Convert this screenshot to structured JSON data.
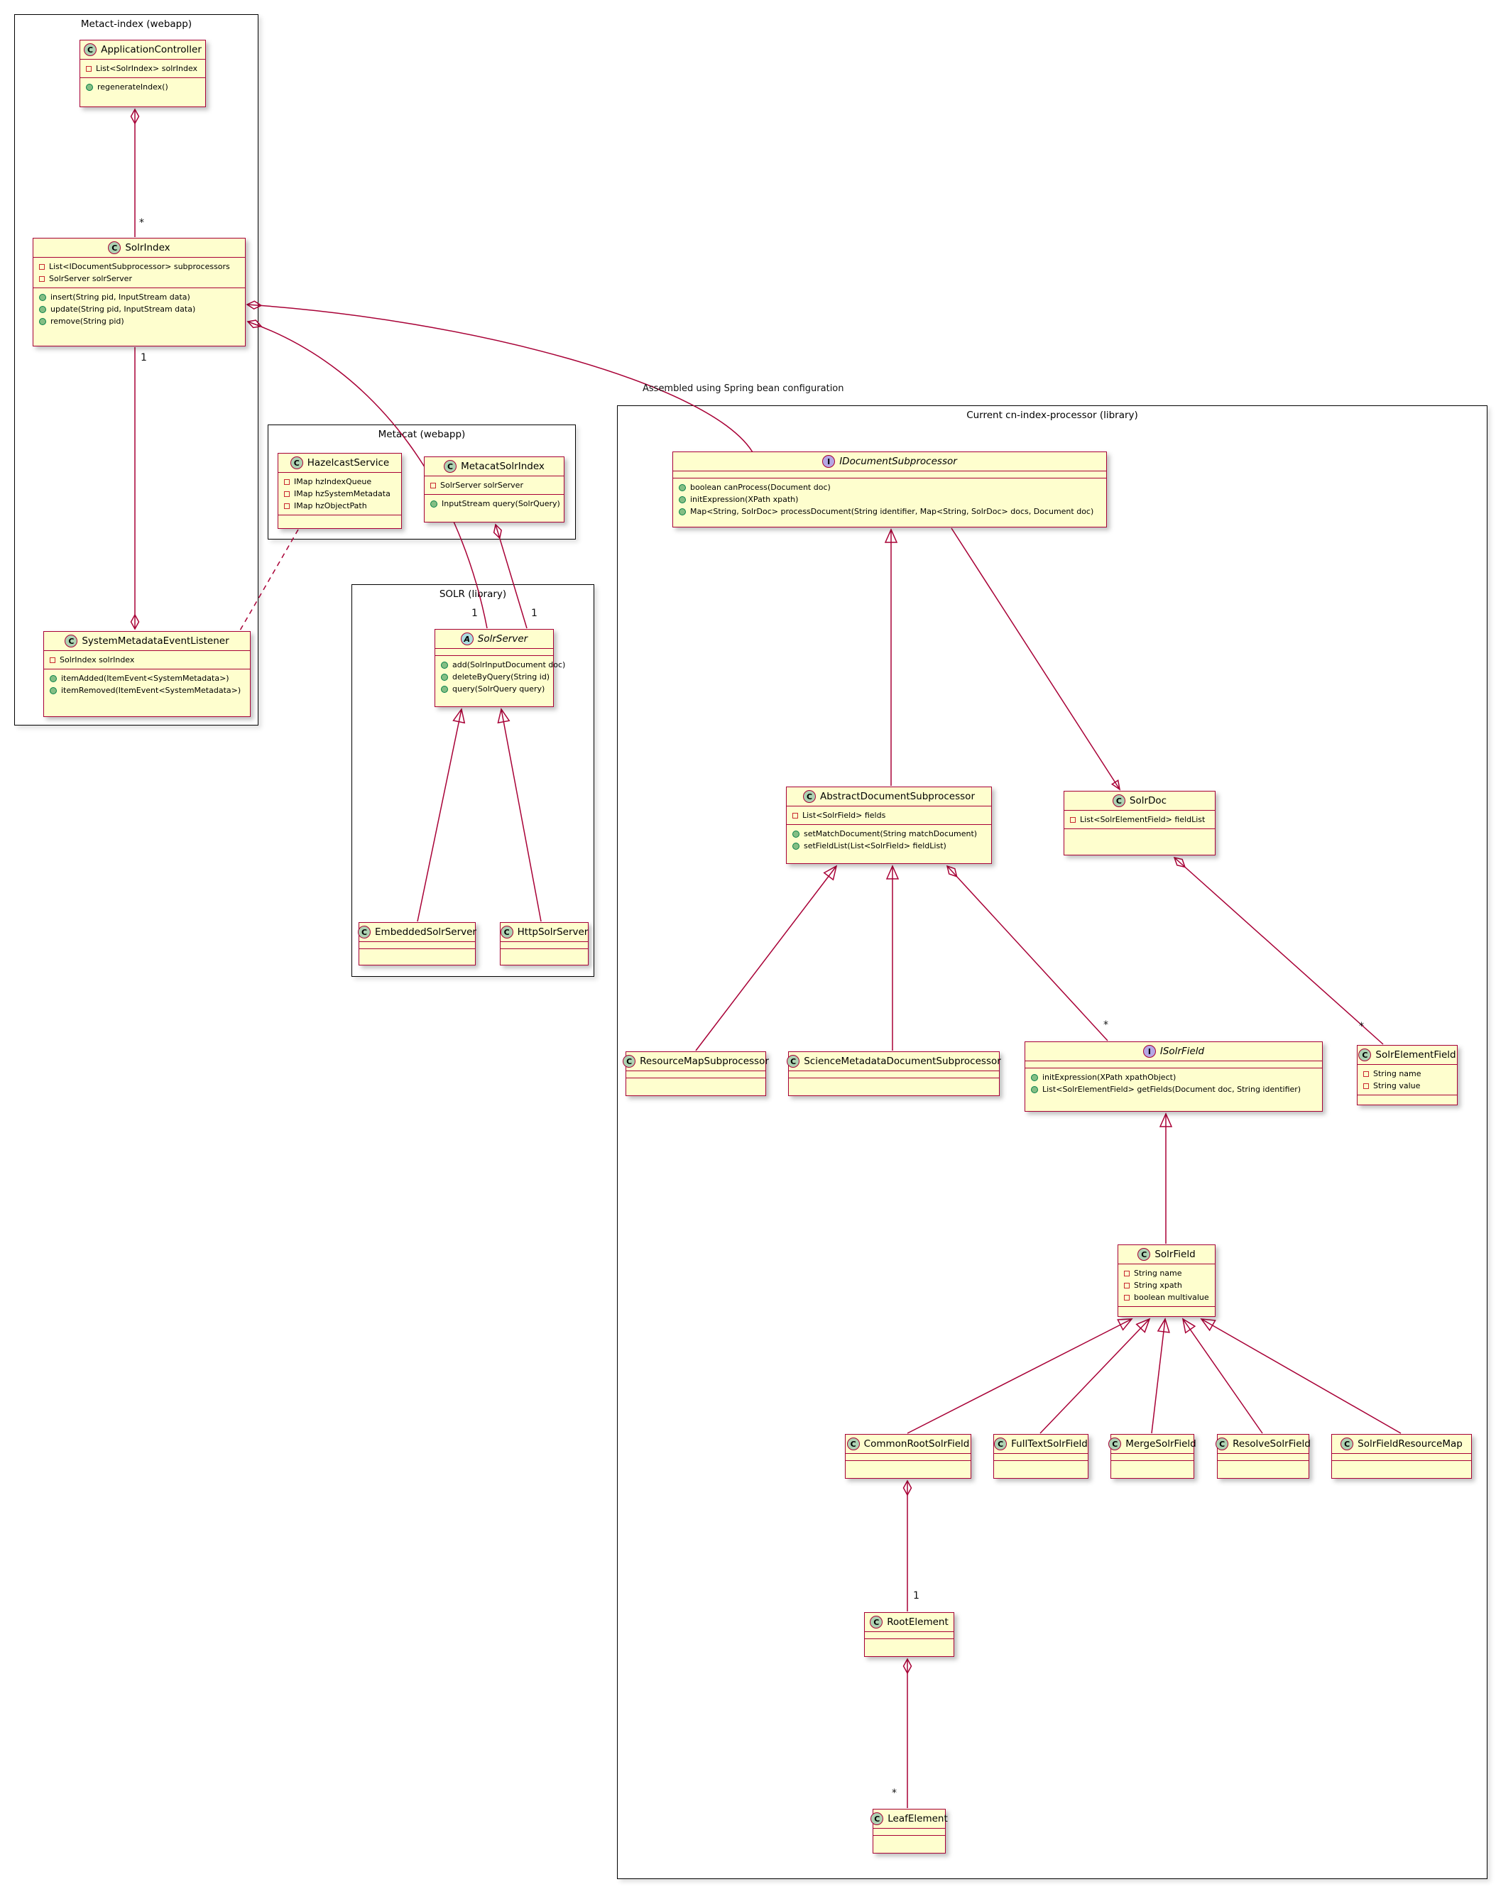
{
  "packages": {
    "metact_index": {
      "title": "Metact-index (webapp)"
    },
    "metacat": {
      "title": "Metacat (webapp)"
    },
    "solr": {
      "title": "SOLR (library)"
    },
    "cn_index": {
      "title": "Current cn-index-processor (library)"
    }
  },
  "classes": {
    "ApplicationController": {
      "spot": "C",
      "name": "ApplicationController",
      "fields": [
        "List<SolrIndex> solrIndex"
      ],
      "methods": [
        "regenerateIndex()"
      ]
    },
    "SolrIndex": {
      "spot": "C",
      "name": "SolrIndex",
      "fields": [
        "List<IDocumentSubprocessor> subprocessors",
        "SolrServer solrServer"
      ],
      "methods": [
        "insert(String pid, InputStream data)",
        "update(String pid, InputStream data)",
        "remove(String pid)"
      ]
    },
    "SystemMetadataEventListener": {
      "spot": "C",
      "name": "SystemMetadataEventListener",
      "fields": [
        "SolrIndex solrIndex"
      ],
      "methods": [
        "itemAdded(ItemEvent<SystemMetadata>)",
        "itemRemoved(ItemEvent<SystemMetadata>)"
      ]
    },
    "HazelcastService": {
      "spot": "C",
      "name": "HazelcastService",
      "fields": [
        "IMap hzIndexQueue",
        "IMap hzSystemMetadata",
        "IMap hzObjectPath"
      ],
      "methods": []
    },
    "MetacatSolrIndex": {
      "spot": "C",
      "name": "MetacatSolrIndex",
      "fields": [
        "SolrServer solrServer"
      ],
      "methods": [
        "InputStream query(SolrQuery)"
      ]
    },
    "SolrServer": {
      "spot": "A",
      "name": "SolrServer",
      "fields": [],
      "methods": [
        "add(SolrInputDocument doc)",
        "deleteByQuery(String id)",
        "query(SolrQuery query)"
      ]
    },
    "EmbeddedSolrServer": {
      "spot": "C",
      "name": "EmbeddedSolrServer",
      "fields": [],
      "methods": []
    },
    "HttpSolrServer": {
      "spot": "C",
      "name": "HttpSolrServer",
      "fields": [],
      "methods": []
    },
    "IDocumentSubprocessor": {
      "spot": "I",
      "name": "IDocumentSubprocessor",
      "fields": [],
      "methods": [
        "boolean canProcess(Document doc)",
        "initExpression(XPath xpath)",
        "Map<String, SolrDoc> processDocument(String identifier, Map<String, SolrDoc> docs, Document doc)"
      ]
    },
    "AbstractDocumentSubprocessor": {
      "spot": "C",
      "name": "AbstractDocumentSubprocessor",
      "fields": [
        "List<SolrField> fields"
      ],
      "methods": [
        "setMatchDocument(String matchDocument)",
        "setFieldList(List<SolrField> fieldList)"
      ]
    },
    "SolrDoc": {
      "spot": "C",
      "name": "SolrDoc",
      "fields": [
        "List<SolrElementField> fieldList"
      ],
      "methods": []
    },
    "ResourceMapSubprocessor": {
      "spot": "C",
      "name": "ResourceMapSubprocessor",
      "fields": [],
      "methods": []
    },
    "ScienceMetadataDocumentSubprocessor": {
      "spot": "C",
      "name": "ScienceMetadataDocumentSubprocessor",
      "fields": [],
      "methods": []
    },
    "ISolrField": {
      "spot": "I",
      "name": "ISolrField",
      "fields": [],
      "methods": [
        "initExpression(XPath xpathObject)",
        "List<SolrElementField> getFields(Document doc, String identifier)"
      ]
    },
    "SolrElementField": {
      "spot": "C",
      "name": "SolrElementField",
      "fields": [
        "String name",
        "String value"
      ],
      "methods": []
    },
    "SolrField": {
      "spot": "C",
      "name": "SolrField",
      "fields": [
        "String name",
        "String xpath",
        "boolean multivalue"
      ],
      "methods": []
    },
    "CommonRootSolrField": {
      "spot": "C",
      "name": "CommonRootSolrField",
      "fields": [],
      "methods": []
    },
    "FullTextSolrField": {
      "spot": "C",
      "name": "FullTextSolrField",
      "fields": [],
      "methods": []
    },
    "MergeSolrField": {
      "spot": "C",
      "name": "MergeSolrField",
      "fields": [],
      "methods": []
    },
    "ResolveSolrField": {
      "spot": "C",
      "name": "ResolveSolrField",
      "fields": [],
      "methods": []
    },
    "SolrFieldResourceMap": {
      "spot": "C",
      "name": "SolrFieldResourceMap",
      "fields": [],
      "methods": []
    },
    "RootElement": {
      "spot": "C",
      "name": "RootElement",
      "fields": [],
      "methods": []
    },
    "LeafElement": {
      "spot": "C",
      "name": "LeafElement",
      "fields": [],
      "methods": []
    }
  },
  "edge_labels": {
    "spring_note": "Assembled using Spring bean configuration",
    "app_solrindex": "*",
    "solrindex_listener": "1",
    "solrindex_solrserver": "1",
    "metacatsolrindex_solrserver": "1",
    "subprocessor_fields": "*",
    "solrdoc_fields": "*",
    "commonroot_root": "1",
    "root_leaf": "*"
  },
  "colors": {
    "class_fill": "#FEFECE",
    "line": "#A80036",
    "spot_class": "#ADD1B2",
    "spot_interface": "#B4A7E5",
    "spot_abstract": "#A9DCDF",
    "package_border": "#000000"
  }
}
